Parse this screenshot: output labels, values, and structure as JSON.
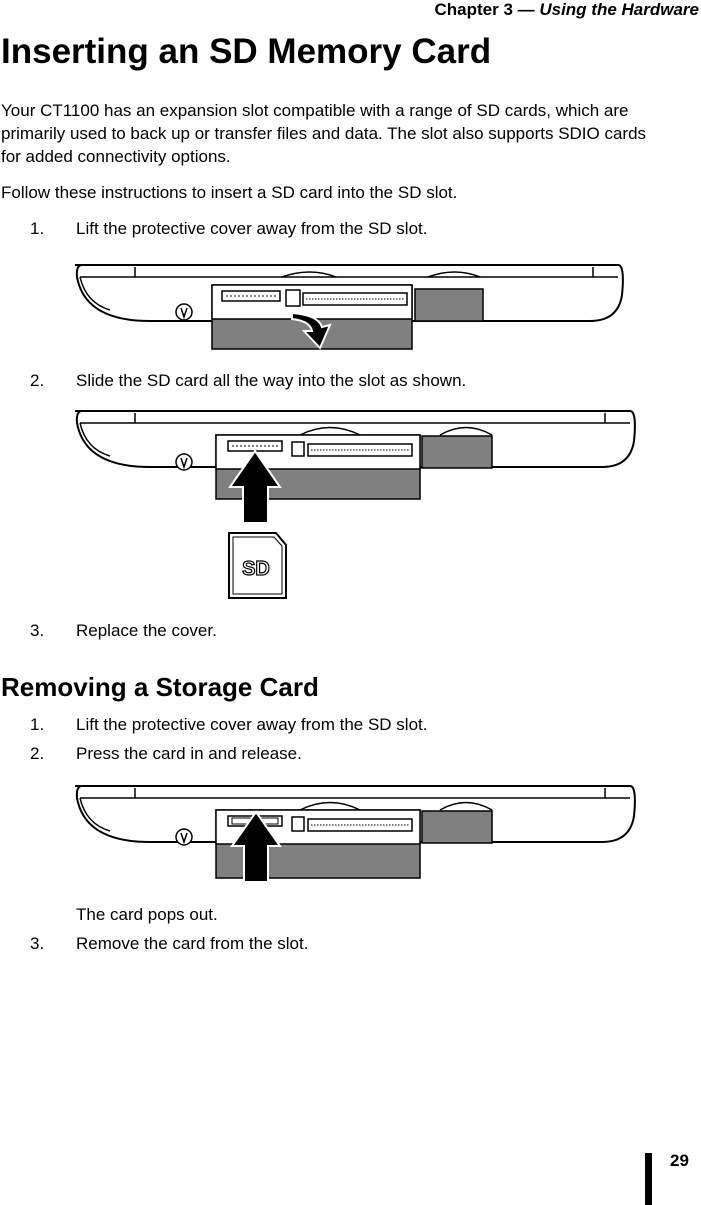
{
  "header": {
    "chapter": "Chapter 3 — ",
    "chapter_title": "Using the Hardware"
  },
  "insert_section": {
    "title": "Inserting an SD Memory Card",
    "intro": "Your CT1100 has an expansion slot compatible with a range of SD cards, which are primarily used to back up or transfer files and data. The slot also supports SDIO cards for added connectivity options.",
    "instructions": "Follow these instructions to insert a SD card into the SD slot.",
    "steps": [
      {
        "num": "1.",
        "text": "Lift the protective cover away from the SD slot."
      },
      {
        "num": "2.",
        "text": "Slide the SD card all the way into the slot as shown."
      },
      {
        "num": "3.",
        "text": "Replace the cover."
      }
    ],
    "card_label": "SD"
  },
  "remove_section": {
    "title": "Removing a Storage Card",
    "steps": [
      {
        "num": "1.",
        "text": "Lift the protective cover away from the SD slot."
      },
      {
        "num": "2.",
        "text": "Press the card in and release."
      },
      {
        "num": "3.",
        "text": "Remove the card from the slot."
      }
    ],
    "note": "The card pops out."
  },
  "footer": {
    "page_number": "29"
  }
}
